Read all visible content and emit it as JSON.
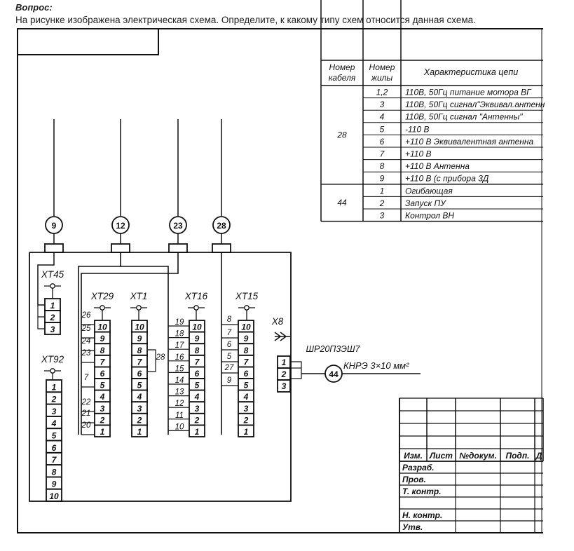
{
  "question": {
    "label": "Вопрос:",
    "text": "На рисунке изображена электрическая схема. Определите, к какому типу схем относится данная схема."
  },
  "diagram": {
    "cable_table": {
      "headers": [
        "Номер кабеля",
        "Номер жилы",
        "Характеристика цепи"
      ],
      "groups": [
        {
          "cable": "28",
          "rows": [
            {
              "core": "1,2",
              "desc": "110В, 50Гц питание мотора ВГ"
            },
            {
              "core": "3",
              "desc": "110В, 50Гц сигнал\"Эквивал.антенн"
            },
            {
              "core": "4",
              "desc": "110В, 50Гц сигнал \"Антенны\""
            },
            {
              "core": "5",
              "desc": "-110 В"
            },
            {
              "core": "6",
              "desc": "+110 В Эквивалентная антенна"
            },
            {
              "core": "7",
              "desc": "+110 В"
            },
            {
              "core": "8",
              "desc": "+110 В Антенна"
            },
            {
              "core": "9",
              "desc": "+110 В (с прибора 3Д"
            }
          ]
        },
        {
          "cable": "44",
          "rows": [
            {
              "core": "1",
              "desc": "Огибающая"
            },
            {
              "core": "2",
              "desc": "Запуск ПУ"
            },
            {
              "core": "3",
              "desc": "Контрол ВН"
            }
          ]
        }
      ]
    },
    "cables_top": [
      "9",
      "12",
      "23",
      "28"
    ],
    "terminal_blocks": {
      "xt45": {
        "label": "XT45",
        "terminals": [
          "1",
          "2",
          "3"
        ]
      },
      "xt92": {
        "label": "XT92",
        "terminals": [
          "1",
          "2",
          "3",
          "4",
          "5",
          "6",
          "7",
          "8",
          "9",
          "10"
        ]
      },
      "xt29": {
        "label": "XT29",
        "terminals": [
          "10",
          "9",
          "8",
          "7",
          "6",
          "5",
          "4",
          "3",
          "2",
          "1"
        ]
      },
      "xt1": {
        "label": "XT1",
        "terminals": [
          "10",
          "9",
          "8",
          "7",
          "6",
          "5",
          "4",
          "3",
          "2",
          "1"
        ]
      },
      "xt16": {
        "label": "XT16",
        "terminals": [
          "10",
          "9",
          "8",
          "7",
          "6",
          "5",
          "4",
          "3",
          "2",
          "1"
        ]
      },
      "xt15": {
        "label": "XT15",
        "terminals": [
          "10",
          "9",
          "8",
          "7",
          "6",
          "5",
          "4",
          "3",
          "2",
          "1"
        ]
      }
    },
    "wire_labels": {
      "xt29": [
        "26",
        "25",
        "24",
        "23",
        "7",
        "22",
        "21",
        "20"
      ],
      "xt16": [
        "19",
        "18",
        "17",
        "16",
        "15",
        "14",
        "13",
        "12",
        "11",
        "10"
      ],
      "xt15": [
        "8",
        "7",
        "6",
        "5",
        "27",
        "9"
      ],
      "xt1_xt16": "28"
    },
    "connector": {
      "label": "X8",
      "type": "ШР20П3ЭШ7",
      "pins": [
        "1",
        "2",
        "3"
      ],
      "cable": "44",
      "cable_type": "КНРЭ 3×10 мм²"
    },
    "title_block": {
      "columns": [
        "Изм.",
        "Лист",
        "№докум.",
        "Подп.",
        "Д"
      ],
      "rows": [
        "Разраб.",
        "Пров.",
        "Т. контр.",
        "",
        "Н. контр.",
        "Утв."
      ]
    }
  }
}
